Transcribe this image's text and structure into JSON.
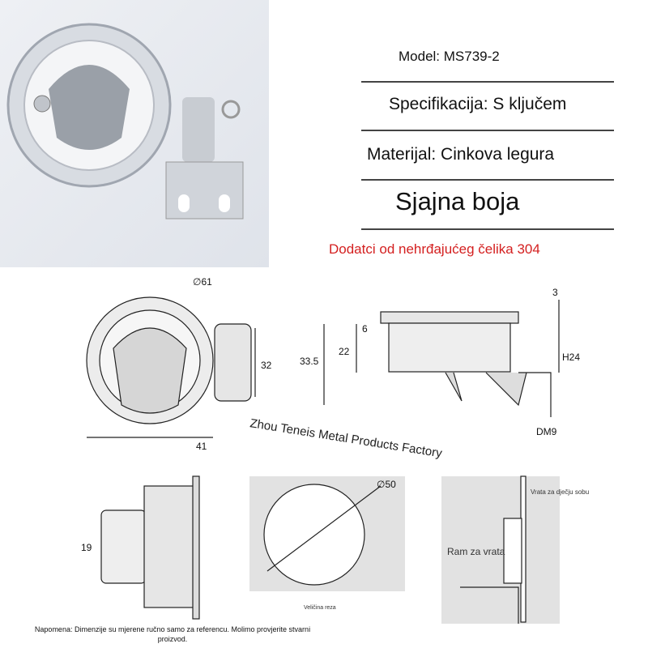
{
  "specs": {
    "model": "Model: MS739-2",
    "specification": "Specifikacija: S ključem",
    "material": "Materijal: Cinkova legura",
    "finish": "Sjajna boja",
    "accessories": "Dodatci od nehrđajućeg čelika 304"
  },
  "watermark": "Zhou Teneis Metal Products Factory",
  "dimensions": {
    "d61": "∅61",
    "w41": "41",
    "h32": "32",
    "h3": "3",
    "h6": "6",
    "h22": "22",
    "h33_5": "33.5",
    "h24": "H24",
    "dm9": "DM9",
    "h19": "19",
    "d50": "∅50"
  },
  "labels": {
    "cutout": "Veličina reza",
    "child_door": "Vrata za dječju sobu",
    "door_frame": "Ram za vrata"
  },
  "note": "Napomena: Dimenzije su mjerene ručno samo za referencu. Molimo provjerite stvarni proizvod.",
  "colors": {
    "accent_red": "#d42020"
  }
}
